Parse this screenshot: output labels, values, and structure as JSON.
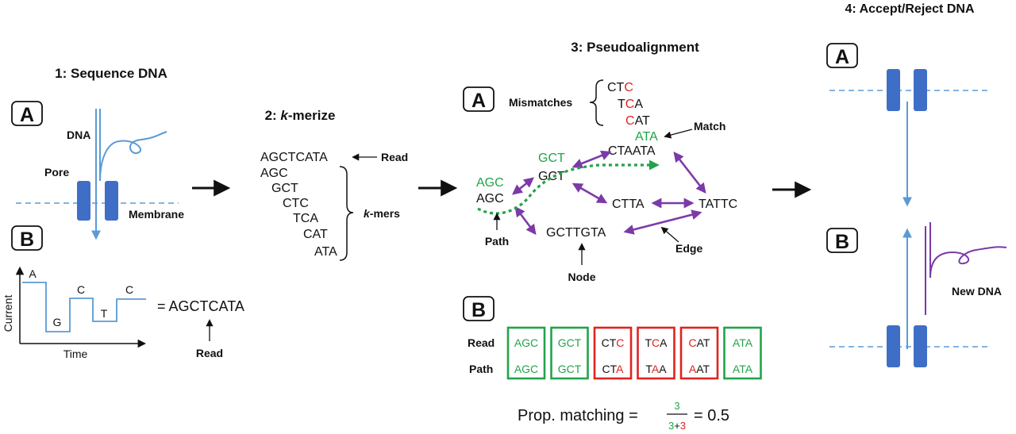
{
  "colors": {
    "pore": "#3f6ec7",
    "dna": "#5b9bd5",
    "edge": "#7b3aa8",
    "match": "#22a34a",
    "mismatch": "#e0231d",
    "text": "#111111"
  },
  "panel1": {
    "title": "1: Sequence DNA",
    "box_a": "A",
    "box_b": "B",
    "dna_label": "DNA",
    "pore_label": "Pore",
    "membrane_label": "Membrane",
    "ylabel": "Current",
    "xlabel": "Time",
    "bases": [
      "A",
      "G",
      "C",
      "T",
      "C"
    ],
    "equation": "= AGCTCATA",
    "read_label": "Read"
  },
  "panel2": {
    "title_number": "2: ",
    "title_k": "k",
    "title_rest": "-merize",
    "read_seq": "AGCTCATA",
    "read_label": "Read",
    "kmers": [
      "AGC",
      "GCT",
      "CTC",
      "TCA",
      "CAT",
      "ATA"
    ],
    "kmers_k": "k",
    "kmers_rest": "-mers"
  },
  "panel3": {
    "title": "3: Pseudoalignment",
    "box_a": "A",
    "box_b": "B",
    "mismatches_label": "Mismatches",
    "mismatch_kmers": [
      {
        "pre": "CT",
        "hi": "C",
        "post": ""
      },
      {
        "pre": "T",
        "hi": "C",
        "post": "A"
      },
      {
        "pre": "",
        "hi": "C",
        "post": "AT"
      }
    ],
    "match_label": "Match",
    "match_kmer": "ATA",
    "nodes": {
      "agc_green": "AGC",
      "agc": "AGC",
      "gct_green": "GCT",
      "gct": "GCT",
      "ctaata": "CTAATA",
      "ctta": "CTTA",
      "tattc": "TATTC",
      "gcttgta": "GCTTGTA"
    },
    "path_label": "Path",
    "node_label": "Node",
    "edge_label": "Edge",
    "row_read": "Read",
    "row_path": "Path",
    "read_cells": [
      {
        "match": true,
        "parts": [
          {
            "t": "AGC",
            "c": "green"
          }
        ]
      },
      {
        "match": true,
        "parts": [
          {
            "t": "GCT",
            "c": "green"
          }
        ]
      },
      {
        "match": false,
        "parts": [
          {
            "t": "CT",
            "c": "black"
          },
          {
            "t": "C",
            "c": "red"
          }
        ]
      },
      {
        "match": false,
        "parts": [
          {
            "t": "T",
            "c": "black"
          },
          {
            "t": "C",
            "c": "red"
          },
          {
            "t": "A",
            "c": "black"
          }
        ]
      },
      {
        "match": false,
        "parts": [
          {
            "t": "C",
            "c": "red"
          },
          {
            "t": "AT",
            "c": "black"
          }
        ]
      },
      {
        "match": true,
        "parts": [
          {
            "t": "ATA",
            "c": "green"
          }
        ]
      }
    ],
    "path_cells": [
      {
        "match": true,
        "parts": [
          {
            "t": "AGC",
            "c": "green"
          }
        ]
      },
      {
        "match": true,
        "parts": [
          {
            "t": "GCT",
            "c": "green"
          }
        ]
      },
      {
        "match": false,
        "parts": [
          {
            "t": "CT",
            "c": "black"
          },
          {
            "t": "A",
            "c": "red"
          }
        ]
      },
      {
        "match": false,
        "parts": [
          {
            "t": "T",
            "c": "black"
          },
          {
            "t": "A",
            "c": "red"
          },
          {
            "t": "A",
            "c": "black"
          }
        ]
      },
      {
        "match": false,
        "parts": [
          {
            "t": "A",
            "c": "red"
          },
          {
            "t": "AT",
            "c": "black"
          }
        ]
      },
      {
        "match": true,
        "parts": [
          {
            "t": "ATA",
            "c": "green"
          }
        ]
      }
    ],
    "prop_label": "Prop. matching =",
    "frac_num": "3",
    "frac_den_a": "3",
    "frac_den_plus": "+",
    "frac_den_b": "3",
    "result": "= 0.5"
  },
  "panel4": {
    "title": "4: Accept/Reject DNA",
    "box_a": "A",
    "box_b": "B",
    "new_dna_label": "New DNA"
  }
}
